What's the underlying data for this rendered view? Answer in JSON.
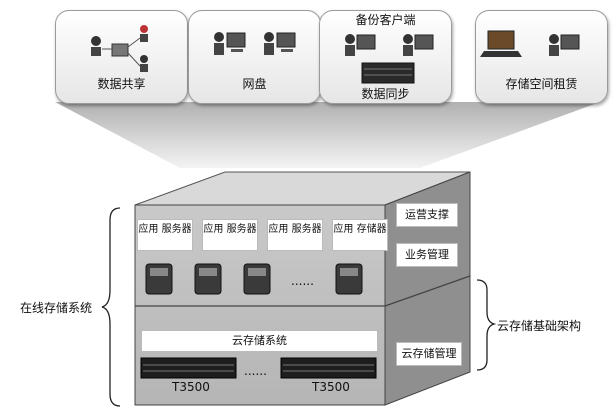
{
  "cards": [
    {
      "label": "数据共享",
      "icons": [
        "people-network-icon"
      ]
    },
    {
      "label": "网盘",
      "icons": [
        "user-computer-icon",
        "user-computer-icon"
      ]
    },
    {
      "label": "数据同步",
      "title": "备份客户端",
      "icons": [
        "user-computer-icon",
        "user-computer-icon",
        "server-rack-icon"
      ]
    },
    {
      "label": "存储空间租赁",
      "icons": [
        "laptop-icon",
        "user-computer-icon"
      ]
    }
  ],
  "stack": {
    "app_servers": [
      {
        "label": "应用 服务器"
      },
      {
        "label": "应用 服务器"
      },
      {
        "label": "应用 服务器"
      },
      {
        "label": "应用 存储器"
      }
    ],
    "server_ellipsis": "......",
    "cloud_system_label": "云存储系统",
    "storage_units": [
      {
        "label": "T3500"
      },
      {
        "label": "T3500"
      }
    ],
    "storage_ellipsis": "......",
    "side_top": [
      "运营支撑",
      "业务管理"
    ],
    "side_bottom": "云存储管理"
  },
  "annotations": {
    "left": "在线存储系统",
    "right": "云存储基础架构"
  }
}
